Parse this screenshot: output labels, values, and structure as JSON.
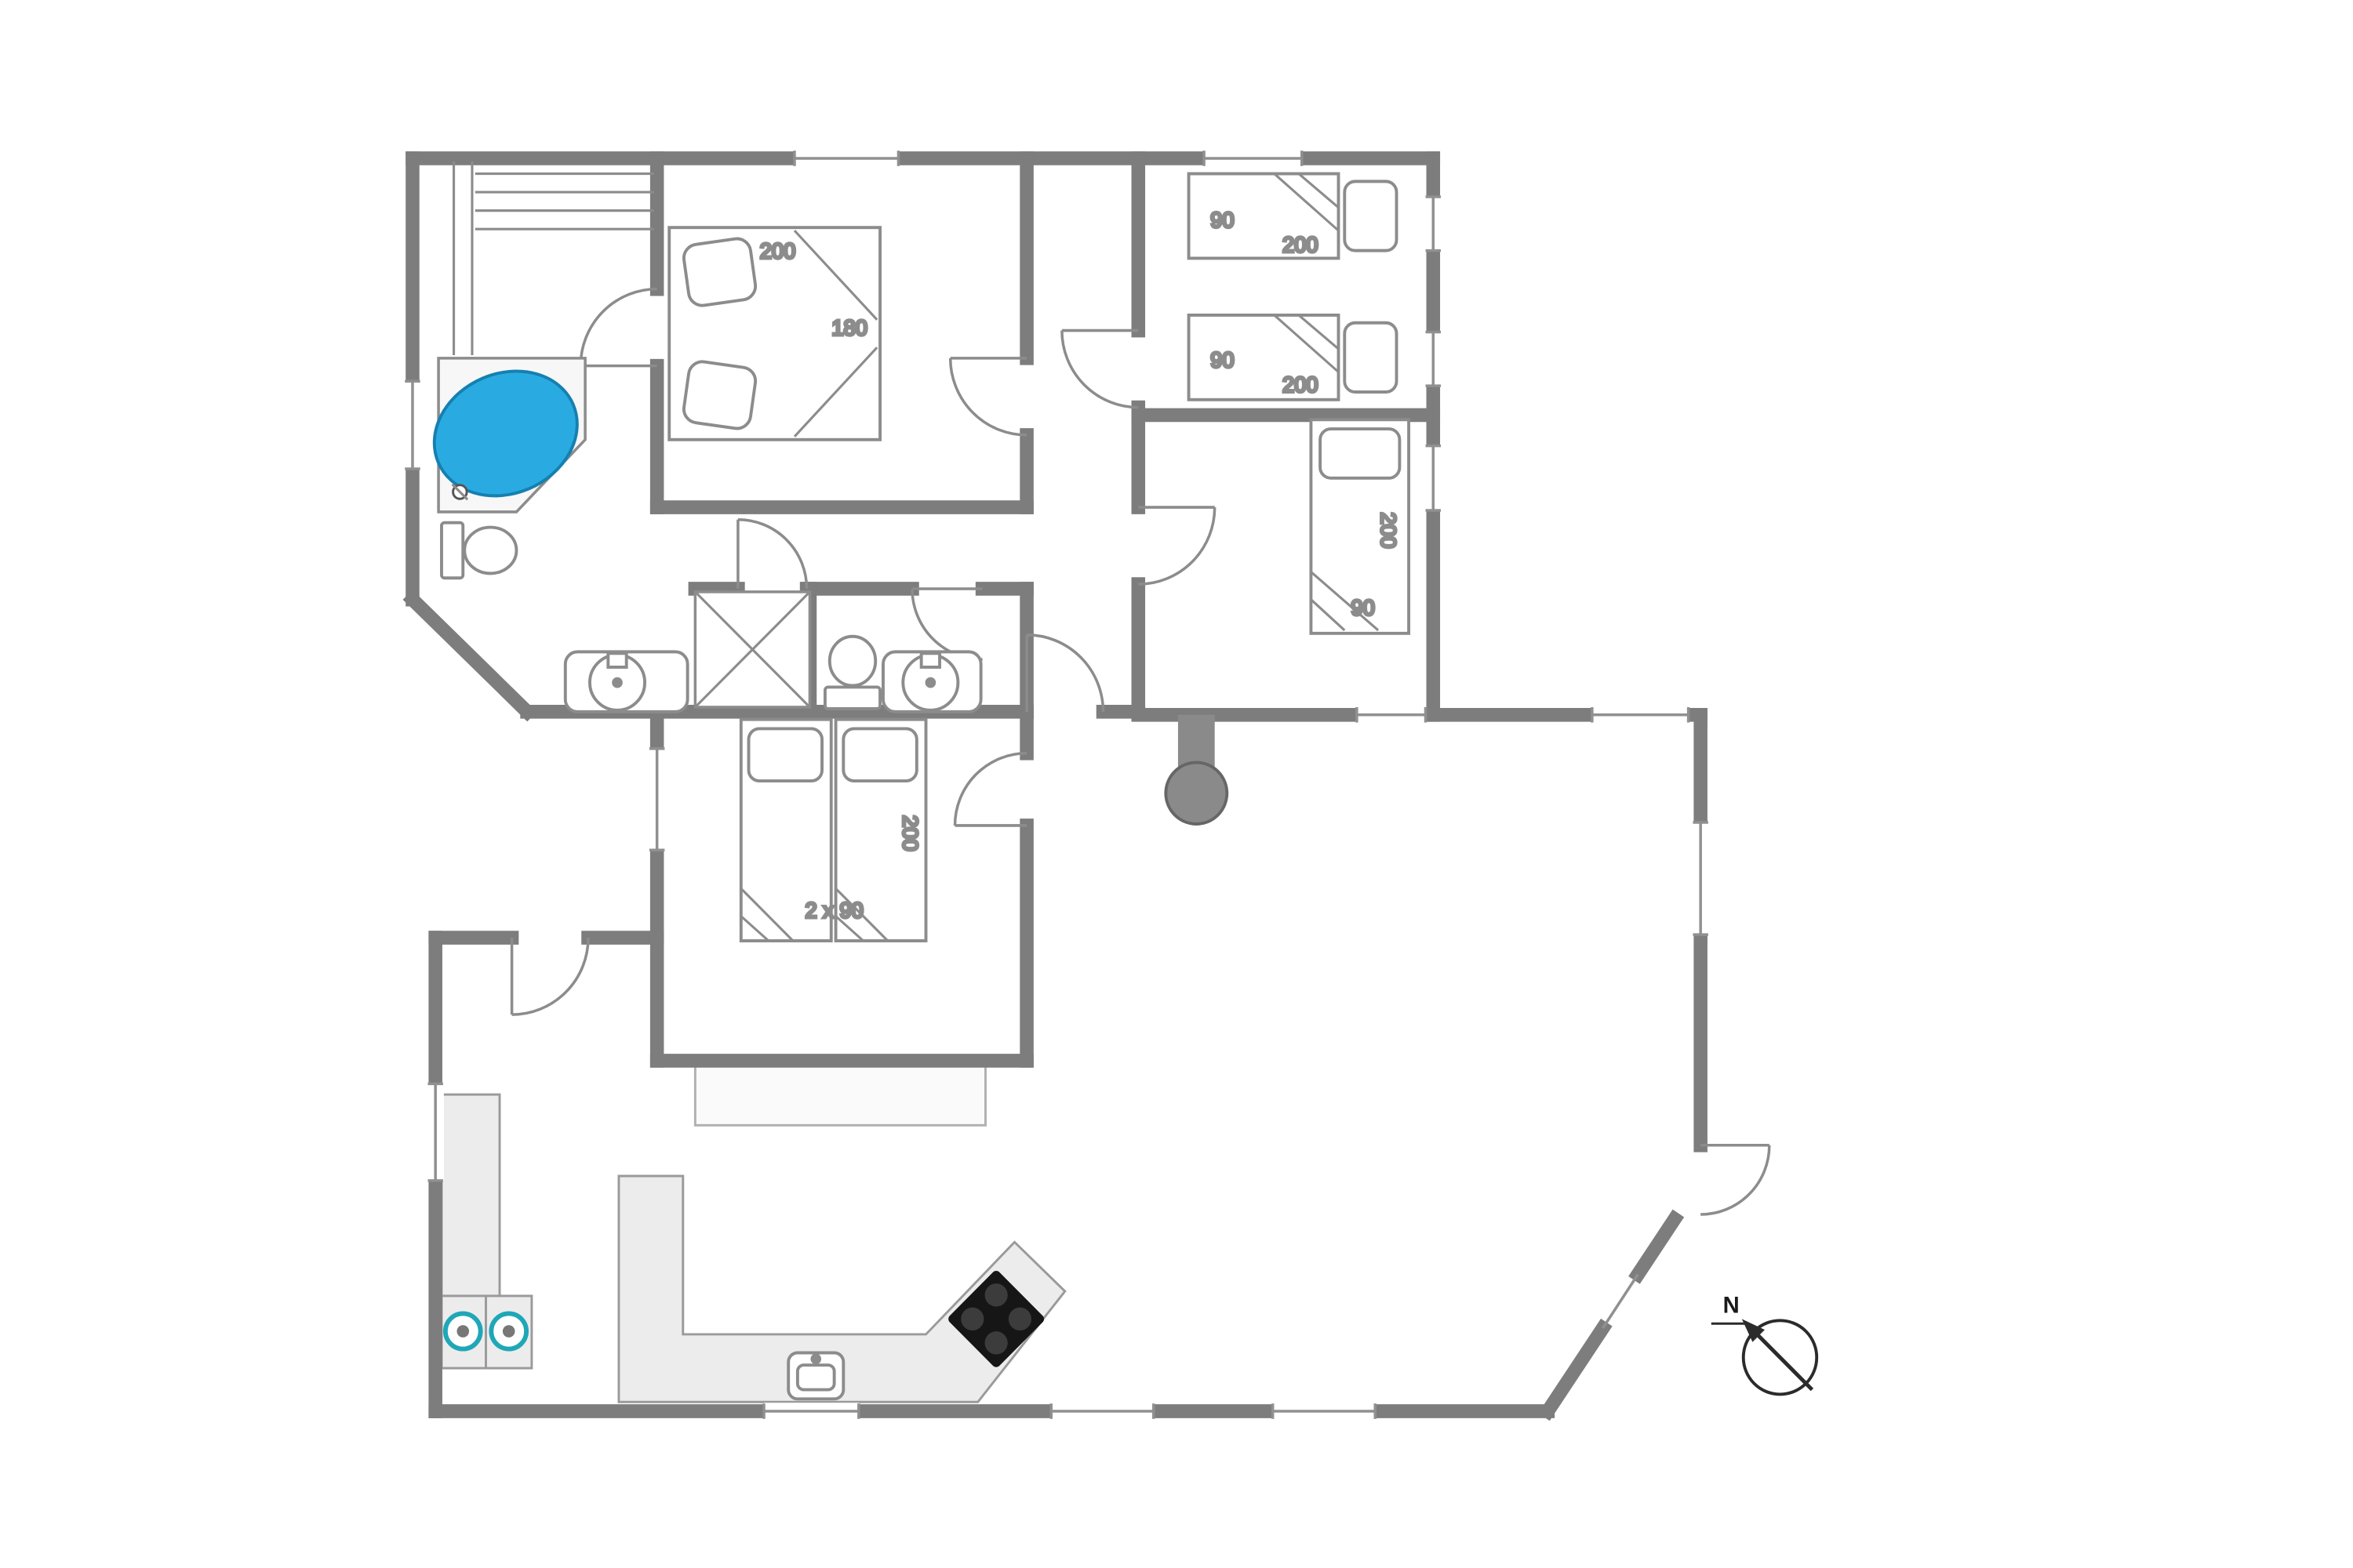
{
  "plan": {
    "type": "floor-plan",
    "colors": {
      "wall": "#7d7d7d",
      "jacuzzi": "#29abe2",
      "jacuzzi_stroke": "#1580b0",
      "appliance_accent": "#1fa7b8",
      "counter": "#ececec",
      "fireplace": "#8a8a8a",
      "stove": "#161616"
    },
    "labels": {
      "bed_double": {
        "length": "200",
        "width": "180"
      },
      "bed_single_top_a": {
        "width": "90",
        "length": "200"
      },
      "bed_single_top_b": {
        "width": "90",
        "length": "200"
      },
      "bed_single_right": {
        "length": "200",
        "width": "90"
      },
      "bed_pair_middle": {
        "length": "200",
        "size": "2 x 90"
      },
      "compass": {
        "north": "N"
      }
    }
  }
}
